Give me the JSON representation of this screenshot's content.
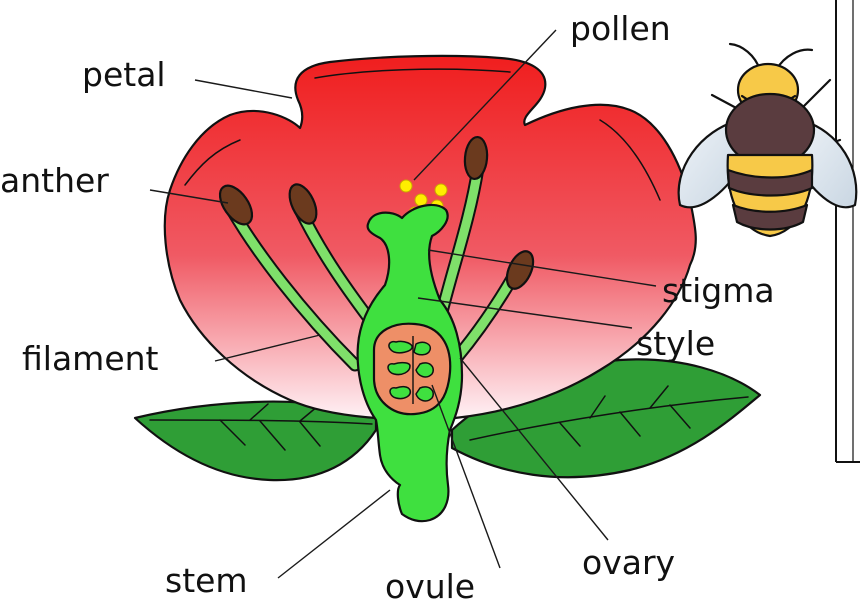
{
  "diagram": {
    "labels": {
      "pollen": "pollen",
      "petal": "petal",
      "anther": "anther",
      "stigma": "stigma",
      "style": "style",
      "filament": "filament",
      "ovary": "ovary",
      "stem": "stem",
      "ovule": "ovule"
    },
    "colors": {
      "petal_top": "#f01e1e",
      "petal_bottom": "#fff2f6",
      "carpel": "#3fe03f",
      "filament": "#7fe06a",
      "anther": "#6b3a1e",
      "ovary_inner": "#ee8f67",
      "ovule": "#3fe03f",
      "pollen": "#ffee00",
      "leaf": "#2f9e36",
      "bee_yellow": "#f7c948",
      "bee_dark": "#5a3c3f",
      "wing": "#dfe8f0"
    },
    "icons": [
      "bee-icon"
    ]
  }
}
